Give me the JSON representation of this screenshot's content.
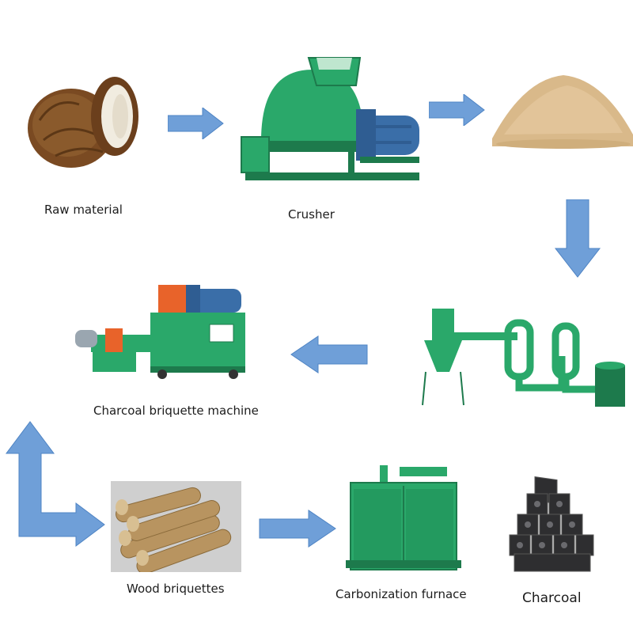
{
  "colors": {
    "arrow": "#6f9fd8",
    "arrow_edge": "#4f84c4",
    "machine_green": "#2aa86a",
    "machine_dark": "#1d7a4c",
    "motor_blue": "#3a6ea8",
    "orange": "#e8632a",
    "coconut": "#7a4a22",
    "sawdust": "#d9b98a",
    "charcoal": "#2e2e30",
    "wood": "#b89460"
  },
  "steps": {
    "raw_material": "Raw material",
    "crusher": "Crusher",
    "briquette_machine": "Charcoal briquette machine",
    "wood_briquettes": "Wood briquettes",
    "carbonization_furnace": "Carbonization furnace",
    "charcoal": "Charcoal"
  },
  "images": {
    "raw_material": "coconut",
    "crusher": "crusher-machine",
    "sawdust": "sawdust-pile",
    "dryer": "airflow-dryer",
    "briquette_machine": "briquette-press",
    "wood_briquettes": "wood-briquette-stack",
    "carbonization_furnace": "furnace-box",
    "charcoal": "charcoal-stack"
  },
  "arrows": [
    "right",
    "right",
    "down",
    "left",
    "up-right",
    "right"
  ]
}
